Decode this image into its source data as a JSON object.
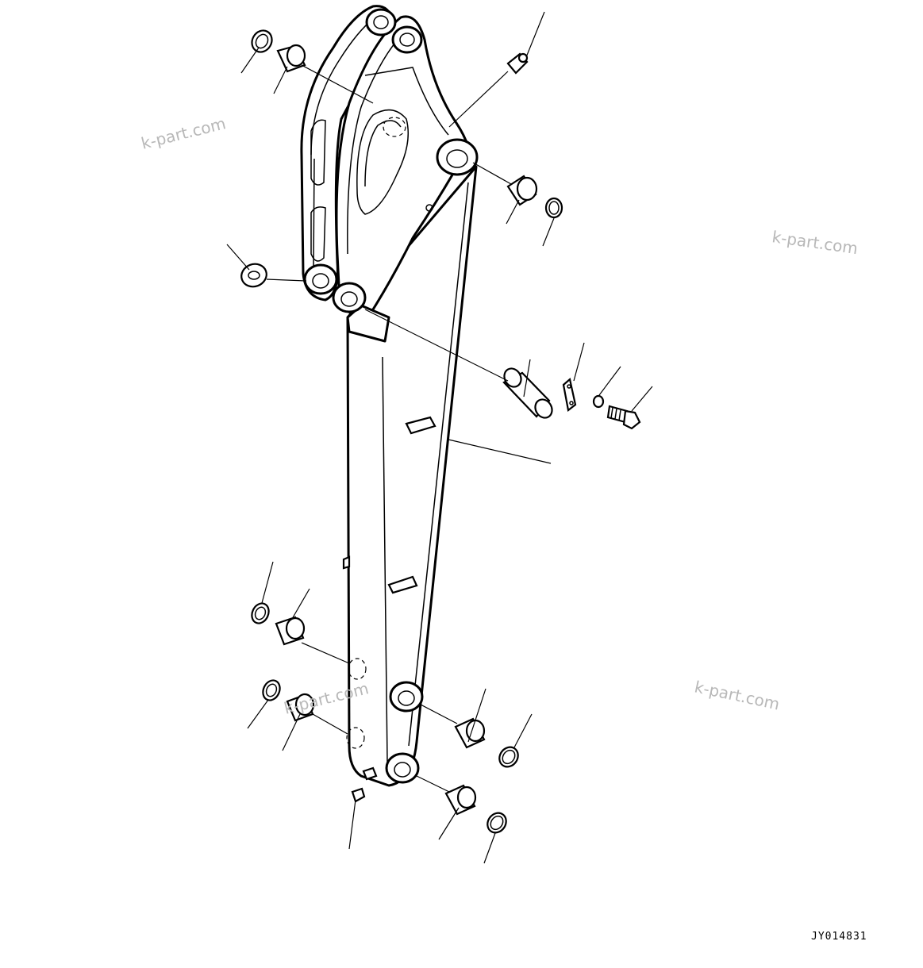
{
  "drawing": {
    "code": "JY014831",
    "watermarks": [
      "k-part.com",
      "k-part.com",
      "k-part.com",
      "k-part.com"
    ]
  }
}
